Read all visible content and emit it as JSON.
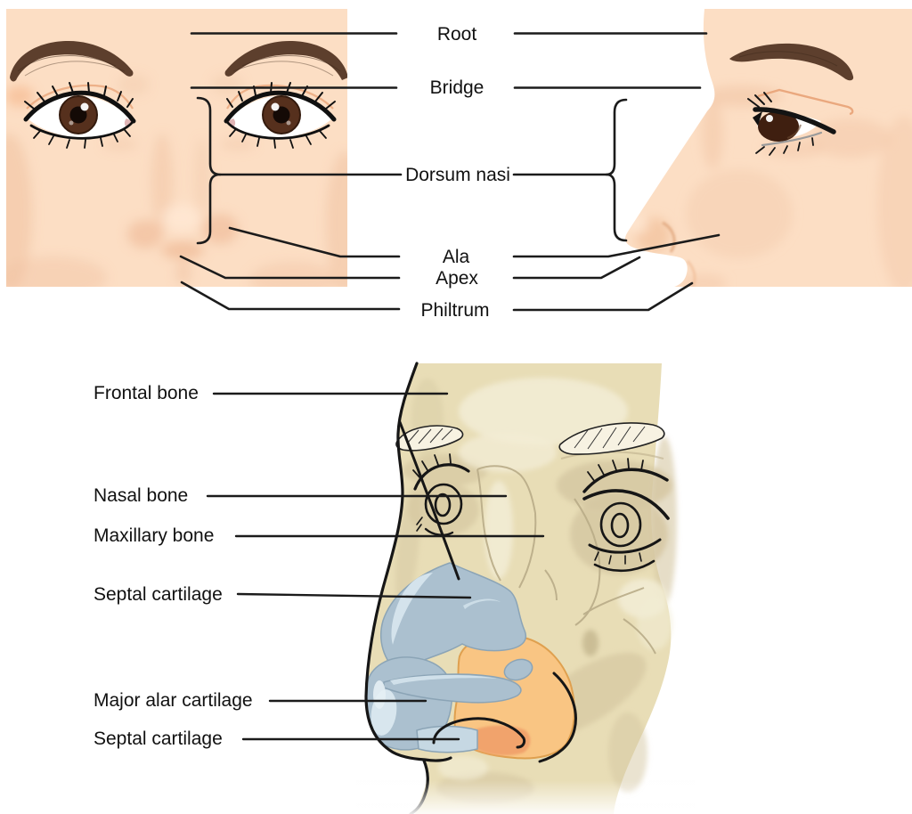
{
  "top_panel": {
    "labels": [
      {
        "id": "root",
        "text": "Root"
      },
      {
        "id": "bridge",
        "text": "Bridge"
      },
      {
        "id": "dorsum_nasi",
        "text": "Dorsum nasi"
      },
      {
        "id": "ala",
        "text": "Ala"
      },
      {
        "id": "apex",
        "text": "Apex"
      },
      {
        "id": "philtrum",
        "text": "Philtrum"
      }
    ]
  },
  "bottom_panel": {
    "labels": [
      {
        "id": "frontal_bone",
        "text": "Frontal bone"
      },
      {
        "id": "nasal_bone",
        "text": "Nasal bone"
      },
      {
        "id": "maxillary_bone",
        "text": "Maxillary bone"
      },
      {
        "id": "septal_cartilage_upper",
        "text": "Septal cartilage"
      },
      {
        "id": "major_alar_cartilage",
        "text": "Major alar cartilage"
      },
      {
        "id": "septal_cartilage_lower",
        "text": "Septal cartilage"
      }
    ]
  },
  "colors": {
    "background": "#ffffff",
    "line_black": "#1b1b1b",
    "skin": "#fcdec4",
    "skin_shadow": "#f0c1a0",
    "eyebrow_brown": "#5d3f2d",
    "iris_brown": "#4a2415",
    "bone_tan": "#e8ddb6",
    "bone_shadow": "#d5c7a1",
    "bone_highlight": "#f2ecd4",
    "suture": "#b9ac88",
    "cartilage_blue": "#abc0cf",
    "cartilage_blue_light": "#d4e3ec",
    "fibrofatty_orange": "#f9c583",
    "minor_cartilage_orange": "#f1a36c"
  }
}
